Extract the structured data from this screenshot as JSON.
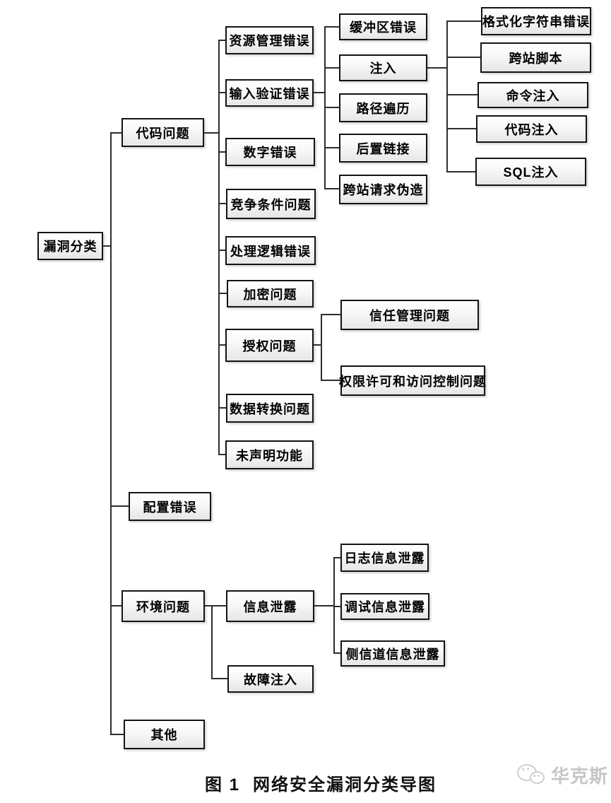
{
  "document": {
    "caption": {
      "figure_label": "图 1",
      "title": "网络安全漏洞分类导图"
    },
    "watermark": {
      "text": "华克斯",
      "logo": "chat-bubbles-icon"
    },
    "colors": {
      "background": "#ffffff",
      "box_border": "#141414",
      "box_fill_top": "#ffffff",
      "box_fill_bottom": "#e6e6e6",
      "connector": "#2e2e2e",
      "text": "#000000",
      "watermark": "#c6c6c6"
    },
    "tree": {
      "label": "漏洞分类",
      "children": [
        {
          "label": "代码问题",
          "children": [
            {
              "label": "资源管理错误"
            },
            {
              "label": "输入验证错误",
              "children": [
                {
                  "label": "缓冲区错误"
                },
                {
                  "label": "注入",
                  "children": [
                    {
                      "label": "格式化字符串错误"
                    },
                    {
                      "label": "跨站脚本"
                    },
                    {
                      "label": "命令注入"
                    },
                    {
                      "label": "代码注入"
                    },
                    {
                      "label": "SQL注入"
                    }
                  ]
                },
                {
                  "label": "路径遍历"
                },
                {
                  "label": "后置链接"
                },
                {
                  "label": "跨站请求伪造"
                }
              ]
            },
            {
              "label": "数字错误"
            },
            {
              "label": "竞争条件问题"
            },
            {
              "label": "处理逻辑错误"
            },
            {
              "label": "加密问题"
            },
            {
              "label": "授权问题",
              "children": [
                {
                  "label": "信任管理问题"
                },
                {
                  "label": "权限许可和访问控制问题"
                }
              ]
            },
            {
              "label": "数据转换问题"
            },
            {
              "label": "未声明功能"
            }
          ]
        },
        {
          "label": "配置错误"
        },
        {
          "label": "环境问题",
          "children": [
            {
              "label": "信息泄露",
              "children": [
                {
                  "label": "日志信息泄露"
                },
                {
                  "label": "调试信息泄露"
                },
                {
                  "label": "侧信道信息泄露"
                }
              ]
            },
            {
              "label": "故障注入"
            }
          ]
        },
        {
          "label": "其他"
        }
      ]
    }
  }
}
